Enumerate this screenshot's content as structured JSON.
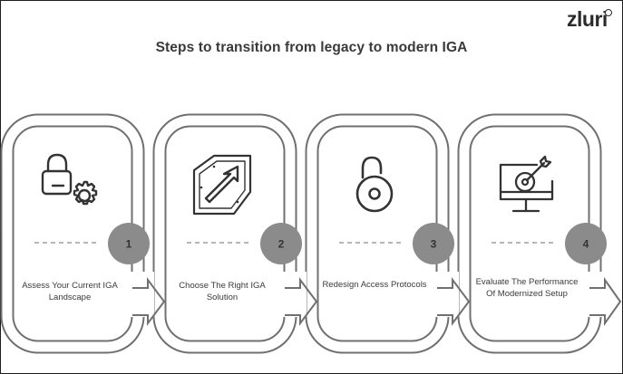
{
  "header": {
    "title": "Steps to transition from legacy to modern IGA",
    "logo_text": "zluri"
  },
  "steps": [
    {
      "number": "1",
      "label": "Assess Your Current IGA Landscape",
      "icon": "lock-gear-icon"
    },
    {
      "number": "2",
      "label": "Choose The Right IGA Solution",
      "icon": "upward-arrow-icon"
    },
    {
      "number": "3",
      "label": "Redesign Access Protocols",
      "icon": "open-padlock-icon"
    },
    {
      "number": "4",
      "label": "Evaluate The Performance Of Modernized Setup",
      "icon": "monitor-target-icon"
    }
  ],
  "colors": {
    "track": "#707070",
    "track_inner": "#ffffff",
    "badge": "#8b8b8b",
    "icon": "#333333",
    "text": "#3a3a3a"
  }
}
